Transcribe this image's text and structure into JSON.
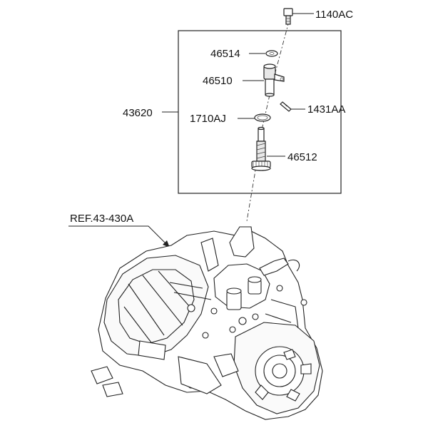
{
  "labels": {
    "bolt": "1140AC",
    "retainer": "46514",
    "sensor": "46510",
    "assembly": "43620",
    "pin": "1431AA",
    "oring": "1710AJ",
    "gear": "46512",
    "reference": "REF.43-430A"
  }
}
